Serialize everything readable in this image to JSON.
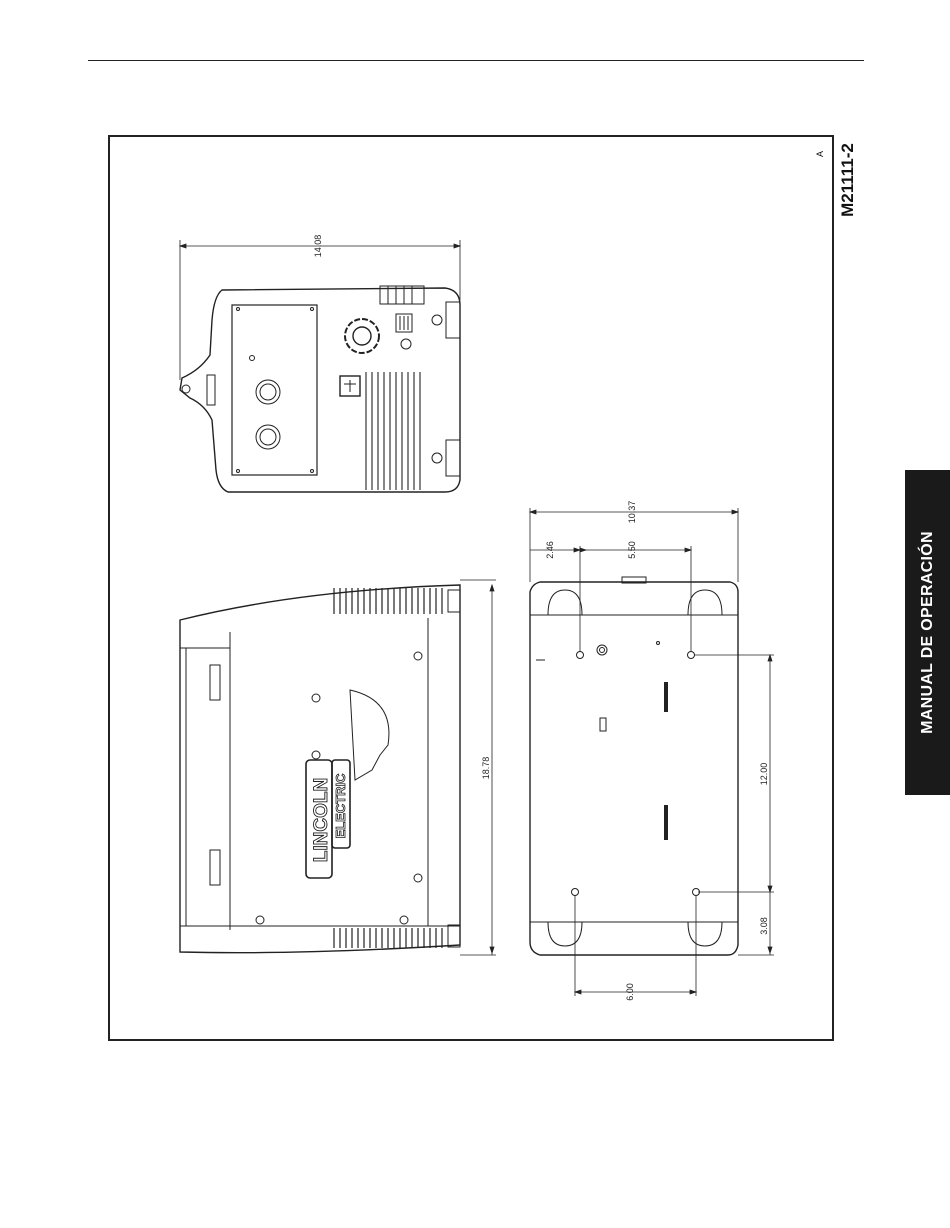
{
  "drawing": {
    "number": "M21111-2",
    "revision": "A",
    "brand_line1": "LINCOLN",
    "brand_line2": "ELECTRIC"
  },
  "dimensions": {
    "overall_width_top": "14.08",
    "base_width": "10.37",
    "front_hole_offset": "2.46",
    "hole_spacing_width": "5.50",
    "overall_length": "18.78",
    "hole_spacing_length": "12.00",
    "rear_hole_offset": "3.08",
    "rear_hole_spacing": "6.00"
  },
  "side_tab": {
    "label": "MANUAL DE OPERACIÓN",
    "background": "#1a1a1a",
    "text_color": "#ffffff"
  }
}
